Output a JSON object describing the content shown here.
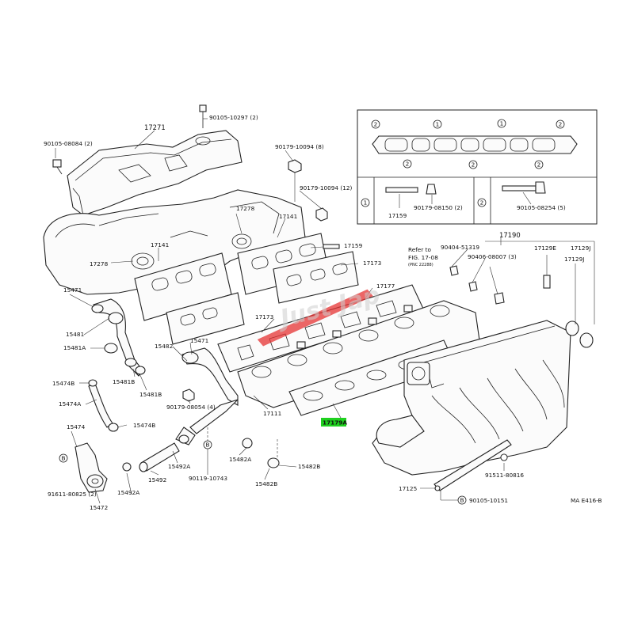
{
  "diagram": {
    "code": "MA E416-B",
    "watermark": "Just Jap",
    "highlight_color": "#1fd11f",
    "labels": {
      "p17271": "17271",
      "p90105_10297": "90105-10297 (2)",
      "p90105_08084": "90105-08084 (2)",
      "p90179_10094_8": "90179-10094 (8)",
      "p90179_10094_12": "90179-10094 (12)",
      "p17278a": "17278",
      "p17141a": "17141",
      "p17278b": "17278",
      "p17141b": "17141",
      "p17159": "17159",
      "p17173a": "17173",
      "p17173b": "17173",
      "p17177": "17177",
      "p15471a": "15471",
      "p15471b": "15471",
      "p15481": "15481",
      "p15481A": "15481A",
      "p15482": "15482",
      "p15474B": "15474B",
      "p15481B_a": "15481B",
      "p15481B_b": "15481B",
      "p15474A": "15474A",
      "p15474B_b": "15474B",
      "p90179_08054": "90179-08054 (4)",
      "p17111": "17111",
      "p17179A": "17179A",
      "p15474": "15474",
      "p15492A_a": "15492A",
      "p15492A_b": "15492A",
      "p15492": "15492",
      "p90119_10743": "90119-10743",
      "p15482A": "15482A",
      "p15482B_a": "15482B",
      "p15482B_b": "15482B",
      "p91611": "91611-80825 (2)",
      "p15472": "15472",
      "refer_to": "Refer to",
      "fig": "FIG. 17-08",
      "fig_note": "(PNC 22288)",
      "p90404": "90404-51319",
      "p90406": "90406-08007 (3)",
      "p17190": "17190",
      "p17129E": "17129E",
      "p17129J_a": "17129J",
      "p17129J_b": "17129J",
      "p91511": "91511-80816",
      "p17125": "17125",
      "p90105_10151": "90105-10151",
      "inset_17159": "17159",
      "inset_90179_08150": "90179-08150 (2)",
      "inset_90105_08254": "90105-08254 (5)",
      "circle_1": "1",
      "circle_2": "2",
      "circle_b": "B"
    }
  }
}
